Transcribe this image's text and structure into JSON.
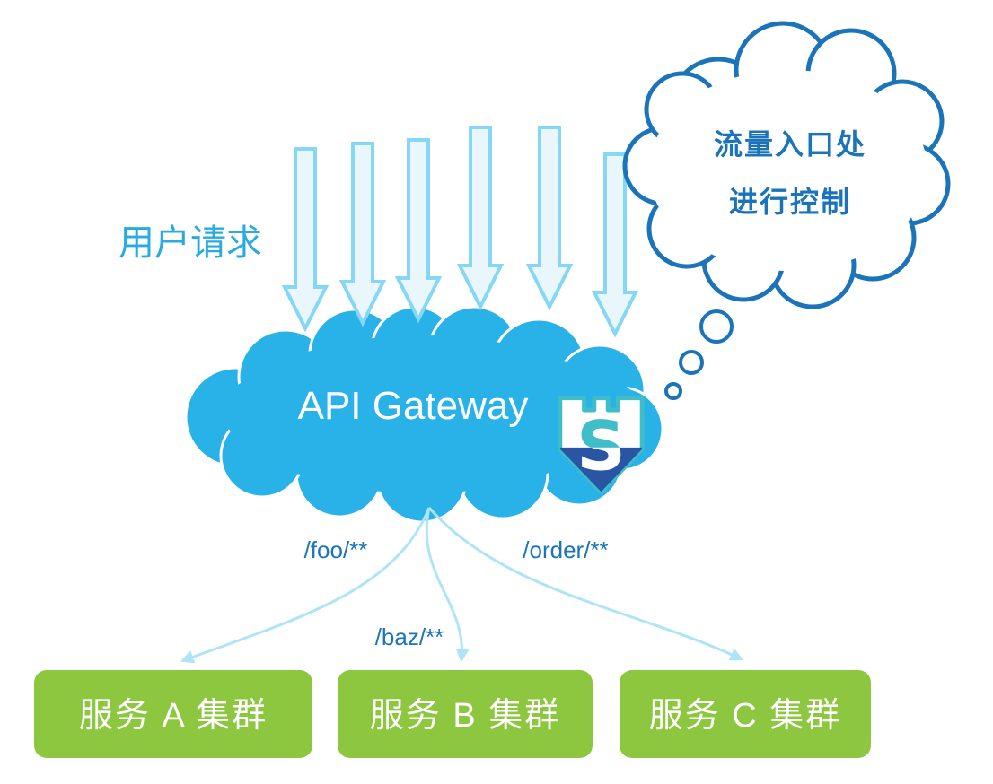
{
  "labels": {
    "user_request": "用户请求",
    "gateway": "API Gateway",
    "bubble_line1": "流量入口处",
    "bubble_line2": "进行控制"
  },
  "routes": [
    "/foo/**",
    "/baz/**",
    "/order/**"
  ],
  "services": [
    "服务 A 集群",
    "服务 B 集群",
    "服务 C 集群"
  ],
  "icons": {
    "gateway_logo": "sentinel-shield-icon",
    "request_flow": "down-arrow-icon",
    "annotation": "thought-bubble"
  },
  "colors": {
    "cloud_blue": "#29b2e8",
    "arrow_stroke": "#85d7f5",
    "arrow_fill": "#e9f7fd",
    "bubble_outline": "#1b74ba",
    "text_dark_blue": "#1b74ba",
    "text_light_blue": "#29abe2",
    "service_green": "#8dc63f",
    "curve_blue": "#aee4f7",
    "logo_teal": "#3fbdc9",
    "logo_navy": "#2a55a5"
  }
}
